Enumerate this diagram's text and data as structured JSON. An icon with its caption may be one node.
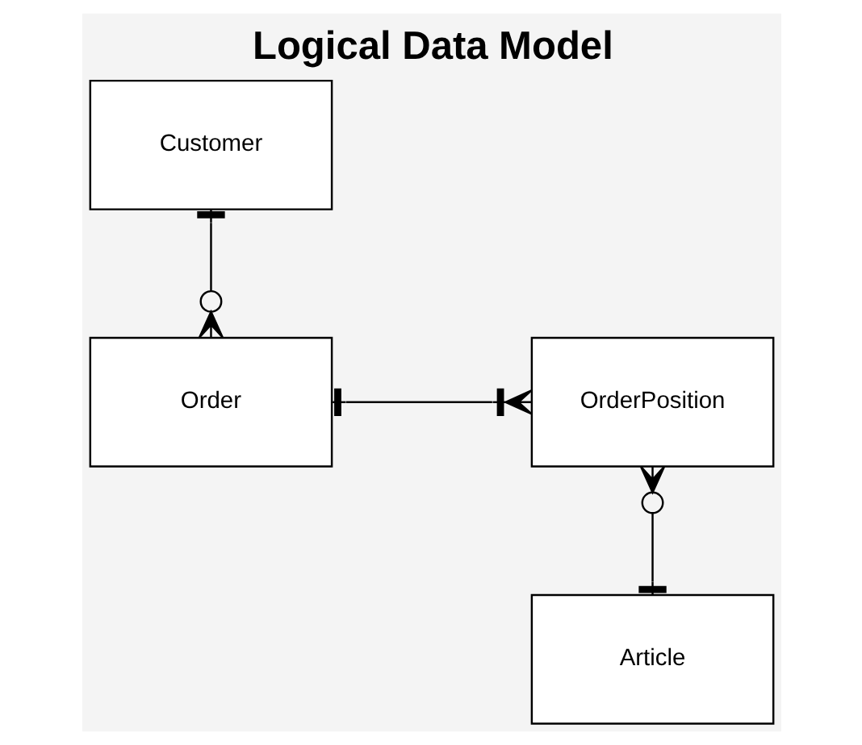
{
  "diagram": {
    "title": "Logical Data Model",
    "nodes": [
      {
        "text": [
          "Customer"
        ]
      },
      {
        "text": [
          "Order"
        ]
      },
      {
        "text": [
          "OrderPosition"
        ]
      },
      {
        "text": [
          "Article"
        ]
      }
    ],
    "edges": [
      {
        "from": 0,
        "to": 1,
        "arrow": "other"
      },
      {
        "from": 1,
        "to": 2,
        "arrow": "other"
      },
      {
        "from": 2,
        "to": 3,
        "arrow": "other"
      }
    ]
  }
}
